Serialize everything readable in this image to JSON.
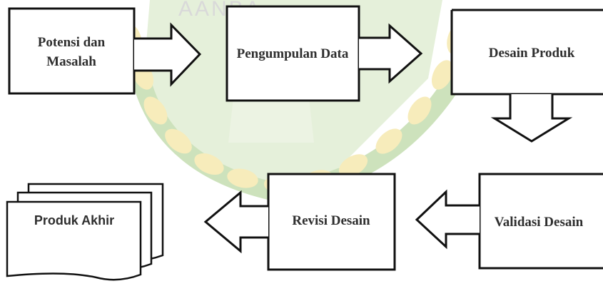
{
  "watermark": {
    "text": "AANBA",
    "colors": {
      "green": "#cfe3bb",
      "ring": "#9fc58a",
      "yellow": "#f5e7a8"
    }
  },
  "steps": {
    "potensi": "Potensi dan Masalah",
    "pengumpulan": "Pengumpulan Data",
    "desain": "Desain Produk",
    "validasi": "Validasi Desain",
    "revisi": "Revisi Desain",
    "produk": "Produk Akhir"
  },
  "colors": {
    "stroke": "#111111",
    "text": "#2e2e2e",
    "background": "#ffffff"
  }
}
